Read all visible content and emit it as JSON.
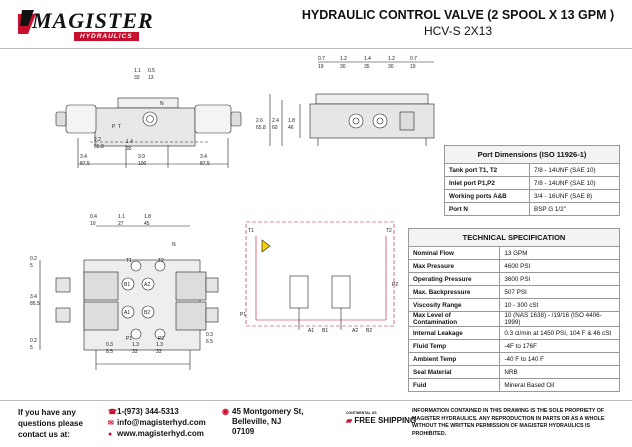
{
  "header": {
    "logo_text": "MAGISTER",
    "logo_sub": "HYDRAULICS",
    "title": "HYDRAULIC CONTROL VALVE (2 SPOOL X 13 GPM )",
    "model": "HCV-S 2X13"
  },
  "drawing": {
    "top_view": {
      "d1a": "1.1",
      "d1b": "33",
      "d2a": "0.5",
      "d2b": "13",
      "port_n": "N",
      "p_mark": "P",
      "t_mark": "T"
    },
    "side_view": {
      "left_a": "2.6",
      "left_b": "65.8",
      "right_a": "2.4",
      "right_b": "60",
      "mid_a": "1.8",
      "mid_b": "46",
      "top_dims": [
        [
          "0.7",
          "19"
        ],
        [
          "1.2",
          "30"
        ],
        [
          "1.4",
          "35"
        ],
        [
          "1.2",
          "30"
        ],
        [
          "0.7",
          "19"
        ]
      ]
    },
    "front_view": {
      "d_a": "2.2",
      "d_b": "55.8",
      "m_a": "1.4",
      "m_b": "35",
      "bottom": [
        [
          "3.4",
          "87.5"
        ],
        [
          "3.9",
          "100"
        ],
        [
          "3.4",
          "87.5"
        ]
      ]
    },
    "lower_view": {
      "top_dims": [
        [
          "0.4",
          "10"
        ],
        [
          "1.1",
          "27"
        ],
        [
          "1.8",
          "45"
        ]
      ],
      "left_a": "0.2",
      "left_b": "5",
      "left_c": "3.4",
      "left_d": "85.5",
      "left_e": "0.2",
      "left_f": "5",
      "bot_dims": [
        [
          "0.3",
          "8.5"
        ],
        [
          "1.3",
          "33"
        ],
        [
          "1.3",
          "33"
        ]
      ],
      "right_a": "0.3",
      "right_b": "6.5",
      "port_n": "N",
      "port_t1": "T1",
      "port_p1": "P1",
      "port_t2": "T2",
      "port_p2": "P2",
      "b1": "B1",
      "b2": "B2",
      "a1": "A1",
      "a2": "A2"
    },
    "schematic": {
      "labels": [
        "P1",
        "T1",
        "T2",
        "P2",
        "A1",
        "B1",
        "A2",
        "B2"
      ]
    }
  },
  "port_table": {
    "title": "Port Dimensions (ISO 11926-1)",
    "rows": [
      {
        "k": "Tank port T1, T2",
        "v": "7/8 - 14UNF (SAE 10)"
      },
      {
        "k": "Inlet port P1,P2",
        "v": "7/8 - 14UNF (SAE 10)"
      },
      {
        "k": "Working ports A&B",
        "v": "3/4 - 16UNF (SAE 8)"
      },
      {
        "k": "Port N",
        "v": "BSP G 1/2\""
      }
    ]
  },
  "spec_table": {
    "title": "TECHNICAL SPECIFICATION",
    "rows": [
      {
        "k": "Nominal Flow",
        "v": "13 GPM"
      },
      {
        "k": "Max Pressure",
        "v": "4600 PSI"
      },
      {
        "k": "Operating Pressure",
        "v": "3600 PSI"
      },
      {
        "k": "Max. Backpressure",
        "v": "507 PSI"
      },
      {
        "k": "Viscosity Range",
        "v": "10 - 300 cSt"
      },
      {
        "k": "Max Level of Contamination",
        "v": "10 (NAS 1638) - /19/16 (ISO 4406-1999)"
      },
      {
        "k": "Internal Leakage",
        "v": "0.3 cl/min at 1450 PSI, 104 F & 46 cSt"
      },
      {
        "k": "Fluid Temp",
        "v": "-4F to 176F"
      },
      {
        "k": "Ambient Temp",
        "v": "-40 F to 140 F"
      },
      {
        "k": "Seal Material",
        "v": "NRB"
      },
      {
        "k": "Fuid",
        "v": "Mineral Based Oil"
      }
    ]
  },
  "footer": {
    "question": "If you have any questions please contact us at:",
    "phone": "1-(973) 344-5313",
    "email": "info@magisterhyd.com",
    "web": "www.magisterhyd.com",
    "address": [
      "45 Montgomery St,",
      "Belleville, NJ",
      "07109"
    ],
    "shipping_small": "CONTINENTAL US",
    "shipping": "FREE SHIPPING",
    "notice": "INFORMATION CONTAINED IN THIS DRAWING IS THE SOLE PROPRIETY OF MAGISTER HYDRAULICS. ANY REPRODUCTION IN PARTS OR AS A WHOLE WITHOUT THE WRITTEN PERMISSION OF MAGISTER HYDRAULICS IS PROHIBITED."
  }
}
